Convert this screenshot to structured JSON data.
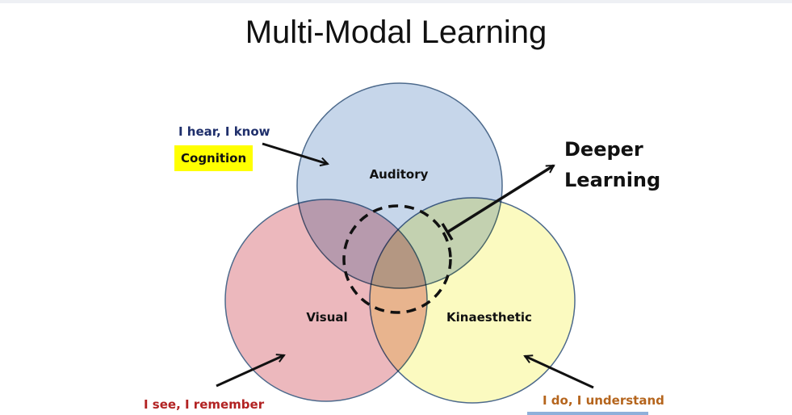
{
  "title": "Multi-Modal Learning",
  "circles": {
    "auditory": {
      "label": "Auditory",
      "color": "#c6d6ea"
    },
    "visual": {
      "label": "Visual",
      "color": "#ecb8bd"
    },
    "kinaesthetic": {
      "label": "Kinaesthetic",
      "color": "#fbfac0"
    }
  },
  "annotations": {
    "hear": "I hear, I know",
    "cognition": "Cognition",
    "see": "I see, I remember",
    "do": "I do, I understand",
    "deeper_1": "Deeper",
    "deeper_2": "Learning"
  },
  "colors": {
    "hear": "#1f2f6b",
    "see": "#b22222",
    "do": "#b5651d",
    "highlight": "#ffff00"
  }
}
